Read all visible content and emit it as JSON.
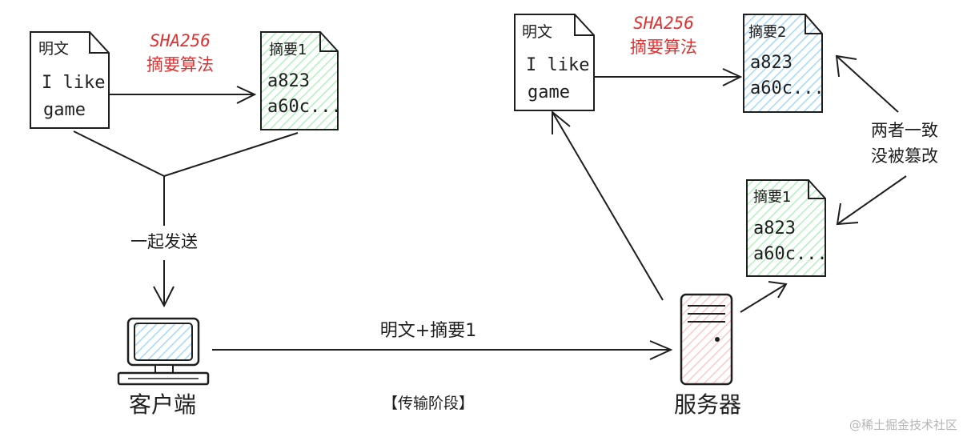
{
  "client_doc": {
    "plaintext_label": "明文",
    "plaintext_body_line1": "I like",
    "plaintext_body_line2": "game",
    "algo_line1": "SHA256",
    "algo_line2": "摘要算法",
    "digest_label": "摘要1",
    "digest_line1": "a823",
    "digest_line2": "a60c..."
  },
  "send_together_label": "一起发送",
  "client_label": "客户端",
  "transfer_label": "明文+摘要1",
  "stage_label": "【传输阶段】",
  "server_label": "服务器",
  "server_doc": {
    "plaintext_label": "明文",
    "plaintext_body_line1": "I like",
    "plaintext_body_line2": "game",
    "algo_line1": "SHA256",
    "algo_line2": "摘要算法",
    "digest2_label": "摘要2",
    "digest2_line1": "a823",
    "digest2_line2": "a60c...",
    "digest1_label": "摘要1",
    "digest1_line1": "a823",
    "digest1_line2": "a60c..."
  },
  "compare_line1": "两者一致",
  "compare_line2": "没被篡改",
  "watermark": "@稀土掘金技术社区",
  "colors": {
    "red_text": "#e03131",
    "green_hatch": "#b2f2bb",
    "blue_hatch": "#a5d8ff",
    "red_hatch": "#ffc9c9",
    "stroke": "#1e1e1e"
  }
}
